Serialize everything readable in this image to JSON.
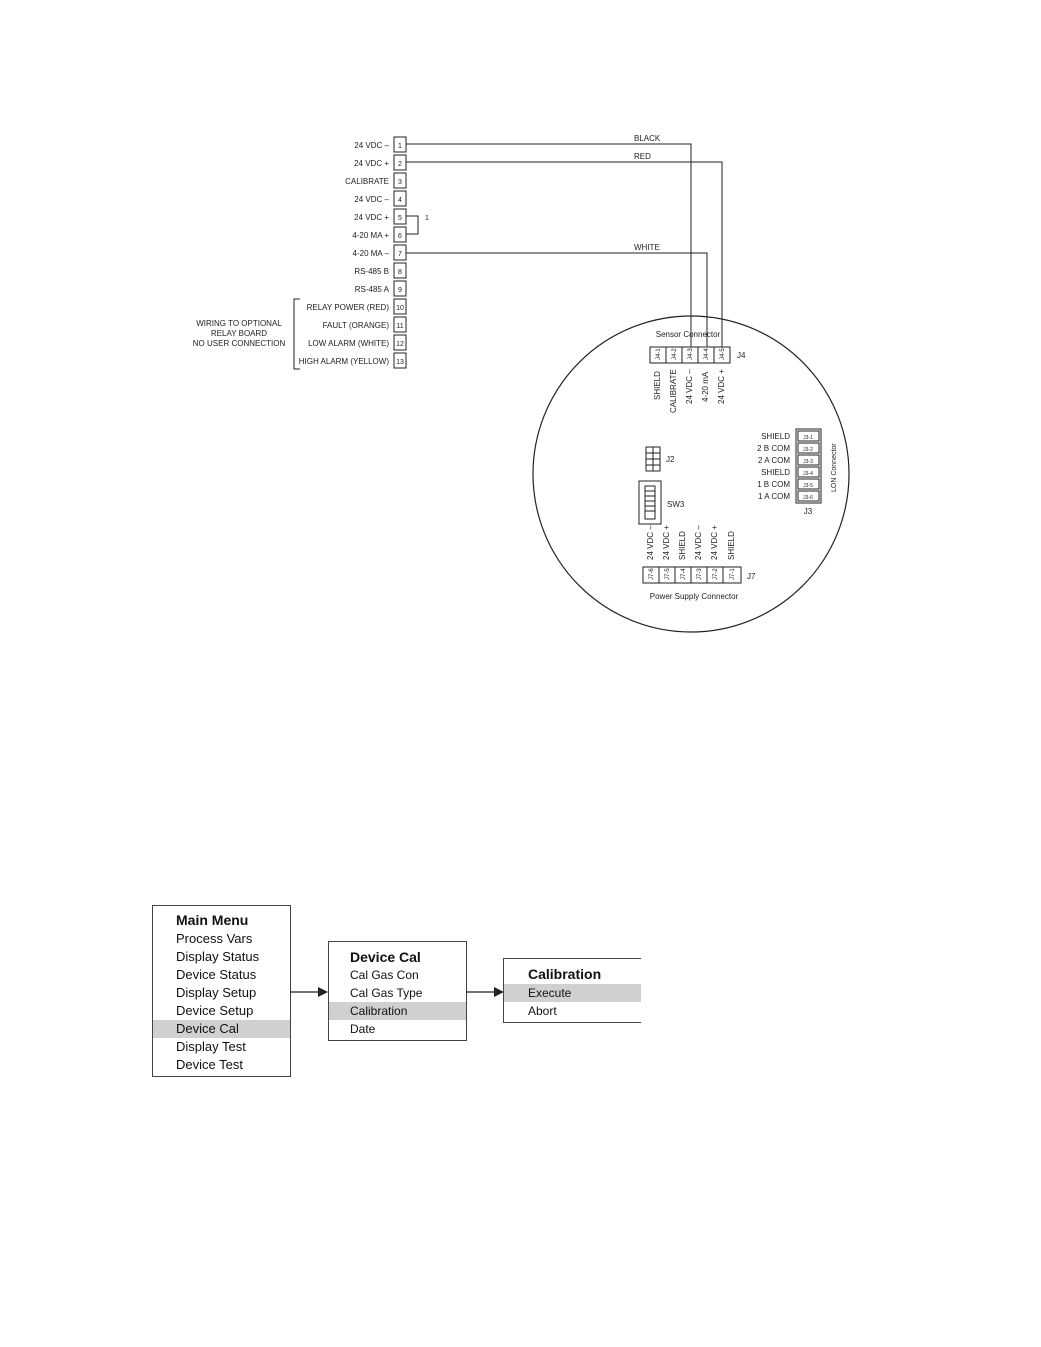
{
  "terminal_block": {
    "terminals": [
      {
        "num": "1",
        "label": "24 VDC –"
      },
      {
        "num": "2",
        "label": "24 VDC +"
      },
      {
        "num": "3",
        "label": "CALIBRATE"
      },
      {
        "num": "4",
        "label": "24 VDC –"
      },
      {
        "num": "5",
        "label": "24 VDC +"
      },
      {
        "num": "6",
        "label": "4-20 MA +"
      },
      {
        "num": "7",
        "label": "4-20 MA –"
      },
      {
        "num": "8",
        "label": "RS-485 B"
      },
      {
        "num": "9",
        "label": "RS-485 A"
      },
      {
        "num": "10",
        "label": "RELAY POWER (RED)"
      },
      {
        "num": "11",
        "label": "FAULT (ORANGE)"
      },
      {
        "num": "12",
        "label": "LOW ALARM (WHITE)"
      },
      {
        "num": "13",
        "label": "HIGH ALARM (YELLOW)"
      }
    ],
    "jumper_note": "1",
    "relay_note": [
      "WIRING TO OPTIONAL",
      "RELAY BOARD",
      "NO USER CONNECTION"
    ]
  },
  "wires": [
    "BLACK",
    "RED",
    "WHITE"
  ],
  "sensor_connector": {
    "title": "Sensor Connector",
    "ref": "J4",
    "pins": [
      {
        "pin": "J4-1",
        "label": "SHIELD"
      },
      {
        "pin": "J4-2",
        "label": "CALIBRATE"
      },
      {
        "pin": "J4-3",
        "label": "24 VDC –"
      },
      {
        "pin": "J4-4",
        "label": "4-20 mA"
      },
      {
        "pin": "J4-5",
        "label": "24 VDC +"
      }
    ]
  },
  "lon_connector": {
    "title": "LON Connector",
    "ref": "J3",
    "pins": [
      {
        "pin": "J3-1",
        "label": "SHIELD"
      },
      {
        "pin": "J3-2",
        "label": "2 B COM"
      },
      {
        "pin": "J3-3",
        "label": "2 A COM"
      },
      {
        "pin": "J3-4",
        "label": "SHIELD"
      },
      {
        "pin": "J3-5",
        "label": "1 B COM"
      },
      {
        "pin": "J3-6",
        "label": "1 A COM"
      }
    ]
  },
  "power_connector": {
    "title": "Power Supply Connector",
    "ref": "J7",
    "pins": [
      {
        "pin": "J7-6",
        "label": "24 VDC –"
      },
      {
        "pin": "J7-5",
        "label": "24 VDC +"
      },
      {
        "pin": "J7-4",
        "label": "SHIELD"
      },
      {
        "pin": "J7-3",
        "label": "24 VDC –"
      },
      {
        "pin": "J7-2",
        "label": "24 VDC +"
      },
      {
        "pin": "J7-1",
        "label": "SHIELD"
      }
    ]
  },
  "board_labels": {
    "j2": "J2",
    "sw3": "SW3"
  },
  "menus": {
    "main": {
      "title": "Main Menu",
      "items": [
        "Process Vars",
        "Display Status",
        "Device Status",
        "Display Setup",
        "Device Setup",
        "Device Cal",
        "Display Test",
        "Device Test"
      ]
    },
    "device_cal": {
      "title": "Device Cal",
      "items": [
        "Cal Gas Con",
        "Cal Gas Type",
        "Calibration",
        "Date"
      ]
    },
    "calibration": {
      "title": "Calibration",
      "items": [
        "Execute",
        "Abort"
      ]
    }
  },
  "colors": {
    "line": "#222222",
    "highlight": "#d0d0d0"
  }
}
